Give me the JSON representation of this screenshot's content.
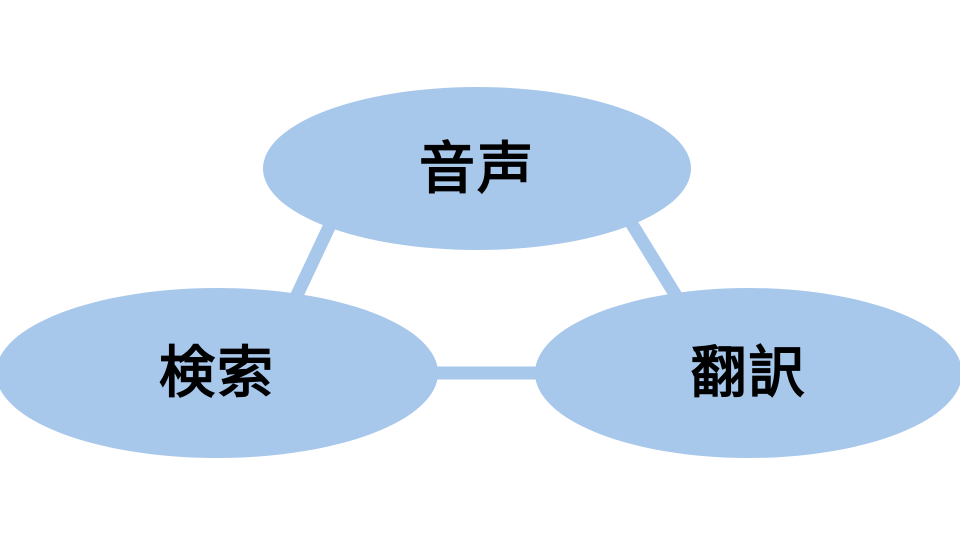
{
  "diagram": {
    "background_color": "#ffffff",
    "node_fill_color": "#a7c7eb",
    "connector_color": "#a7c7eb",
    "text_color": "#000000",
    "nodes": [
      {
        "id": "voice",
        "label": "音声",
        "position": "top-center"
      },
      {
        "id": "search",
        "label": "検索",
        "position": "bottom-left"
      },
      {
        "id": "translate",
        "label": "翻訳",
        "position": "bottom-right"
      }
    ],
    "connectors": [
      {
        "from": "voice",
        "to": "search"
      },
      {
        "from": "voice",
        "to": "translate"
      },
      {
        "from": "search",
        "to": "translate"
      }
    ]
  }
}
